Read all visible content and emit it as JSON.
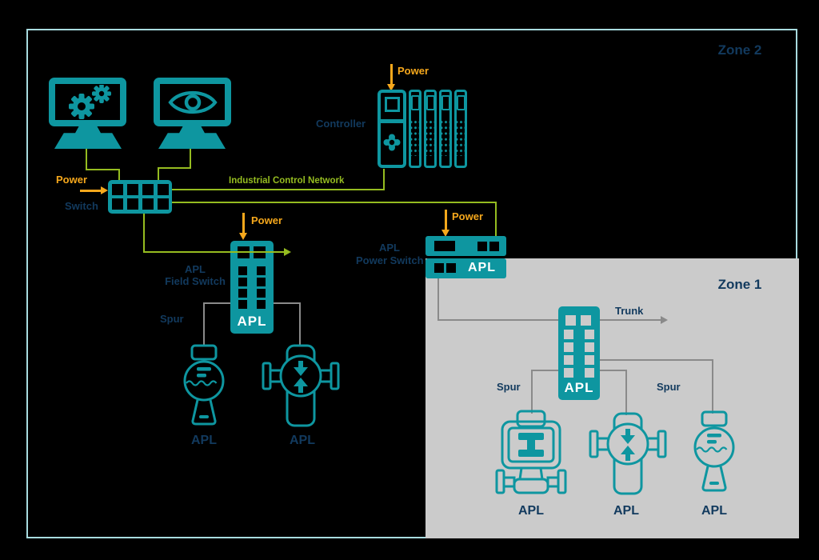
{
  "colors": {
    "teal": "#0E96A0",
    "green": "#95BC20",
    "orange": "#F6A81C",
    "navy": "#123A5E",
    "zonebg": "#CBCBCB",
    "gray": "#8A8A8A",
    "border": "#A8DBDF",
    "black": "#000000",
    "white": "#FFFFFF"
  },
  "zone2": {
    "label": "Zone 2"
  },
  "zone1": {
    "label": "Zone 1"
  },
  "workstations": {
    "engineering": {
      "icon": "gears-icon"
    },
    "operator": {
      "icon": "eye-icon"
    }
  },
  "main_switch": {
    "label": "Switch",
    "power_label": "Power"
  },
  "controller": {
    "label": "Controller",
    "power_label": "Power"
  },
  "network": {
    "label": "Industrial Control Network"
  },
  "field_switch": {
    "label_line1": "APL",
    "label_line2": "Field Switch",
    "power_label": "Power",
    "badge": "APL",
    "spur_label": "Spur",
    "devices": [
      {
        "type": "level-transmitter",
        "label": "APL"
      },
      {
        "type": "valve",
        "label": "APL"
      }
    ]
  },
  "power_switch": {
    "label_line1": "APL",
    "label_line2": "Power Switch",
    "power_label": "Power",
    "badge": "APL"
  },
  "zone1_net": {
    "trunk_label": "Trunk",
    "spur_left": "Spur",
    "spur_right": "Spur",
    "badge": "APL",
    "devices": [
      {
        "type": "flow-meter",
        "label": "APL"
      },
      {
        "type": "valve",
        "label": "APL"
      },
      {
        "type": "level-transmitter",
        "label": "APL"
      }
    ]
  }
}
